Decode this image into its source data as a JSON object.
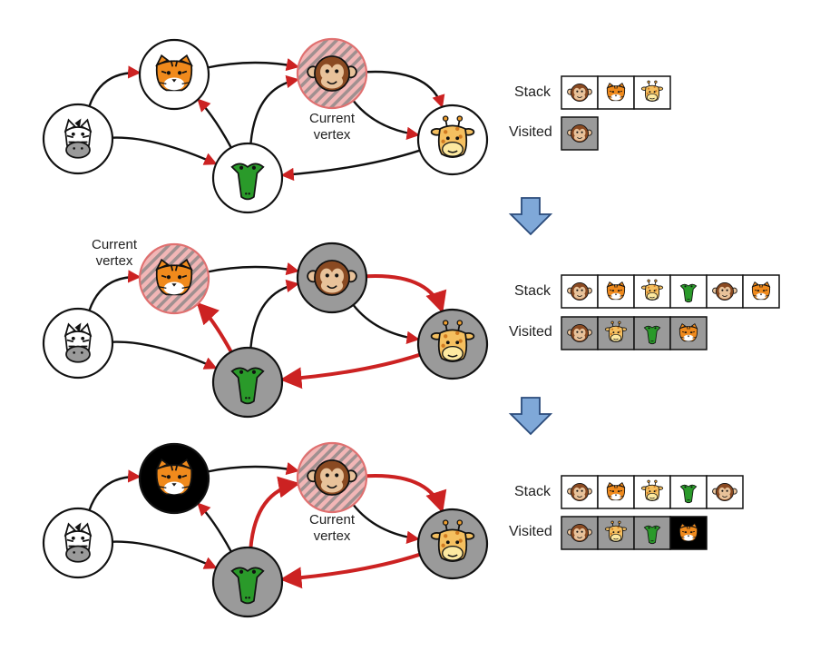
{
  "labels": {
    "stack": "Stack",
    "visited": "Visited",
    "current_line1": "Current",
    "current_line2": "vertex"
  },
  "colors": {
    "visited_fill": "#9a9a9a",
    "finished_fill": "#000000",
    "current_fill": "#f2b6b6",
    "current_hatch": "#9a8f8f",
    "traversed_edge": "#cc2222",
    "edge": "#111111",
    "arrow_head": "#cc2222",
    "step_arrow": "#7fa8d8"
  },
  "animals": [
    "monkey",
    "tiger",
    "giraffe",
    "crocodile",
    "zebra"
  ],
  "panels": [
    {
      "current": "monkey",
      "node_states": {
        "tiger": "unvisited",
        "monkey": "current",
        "zebra": "unvisited",
        "crocodile": "unvisited",
        "giraffe": "unvisited"
      },
      "red_edges": [],
      "stack": [
        "monkey",
        "tiger",
        "giraffe"
      ],
      "visited": [
        {
          "animal": "monkey",
          "state": "visited"
        }
      ]
    },
    {
      "current": "tiger",
      "node_states": {
        "tiger": "current",
        "monkey": "visited",
        "zebra": "unvisited",
        "crocodile": "visited",
        "giraffe": "visited"
      },
      "red_edges": [
        "monkey-giraffe",
        "giraffe-crocodile",
        "crocodile-tiger"
      ],
      "stack": [
        "monkey",
        "tiger",
        "giraffe",
        "crocodile",
        "monkey",
        "tiger"
      ],
      "visited": [
        {
          "animal": "monkey",
          "state": "visited"
        },
        {
          "animal": "giraffe",
          "state": "visited"
        },
        {
          "animal": "crocodile",
          "state": "visited"
        },
        {
          "animal": "tiger",
          "state": "visited"
        }
      ]
    },
    {
      "current": "monkey",
      "node_states": {
        "tiger": "finished",
        "monkey": "current",
        "zebra": "unvisited",
        "crocodile": "visited",
        "giraffe": "visited"
      },
      "red_edges": [
        "monkey-giraffe",
        "giraffe-crocodile",
        "crocodile-monkey"
      ],
      "stack": [
        "monkey",
        "tiger",
        "giraffe",
        "crocodile",
        "monkey"
      ],
      "visited": [
        {
          "animal": "monkey",
          "state": "visited"
        },
        {
          "animal": "giraffe",
          "state": "visited"
        },
        {
          "animal": "crocodile",
          "state": "visited"
        },
        {
          "animal": "tiger",
          "state": "finished"
        }
      ]
    }
  ]
}
